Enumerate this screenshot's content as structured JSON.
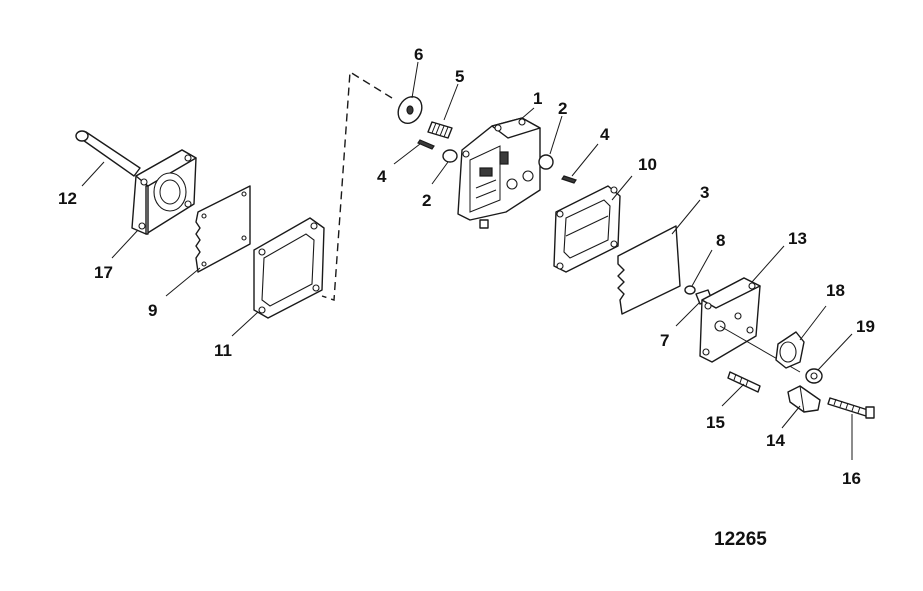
{
  "diagram": {
    "callouts": [
      "1",
      "2",
      "2",
      "3",
      "4",
      "4",
      "5",
      "6",
      "7",
      "8",
      "9",
      "10",
      "11",
      "12",
      "13",
      "14",
      "15",
      "16",
      "17",
      "18",
      "19"
    ],
    "reference_number": "12265"
  }
}
